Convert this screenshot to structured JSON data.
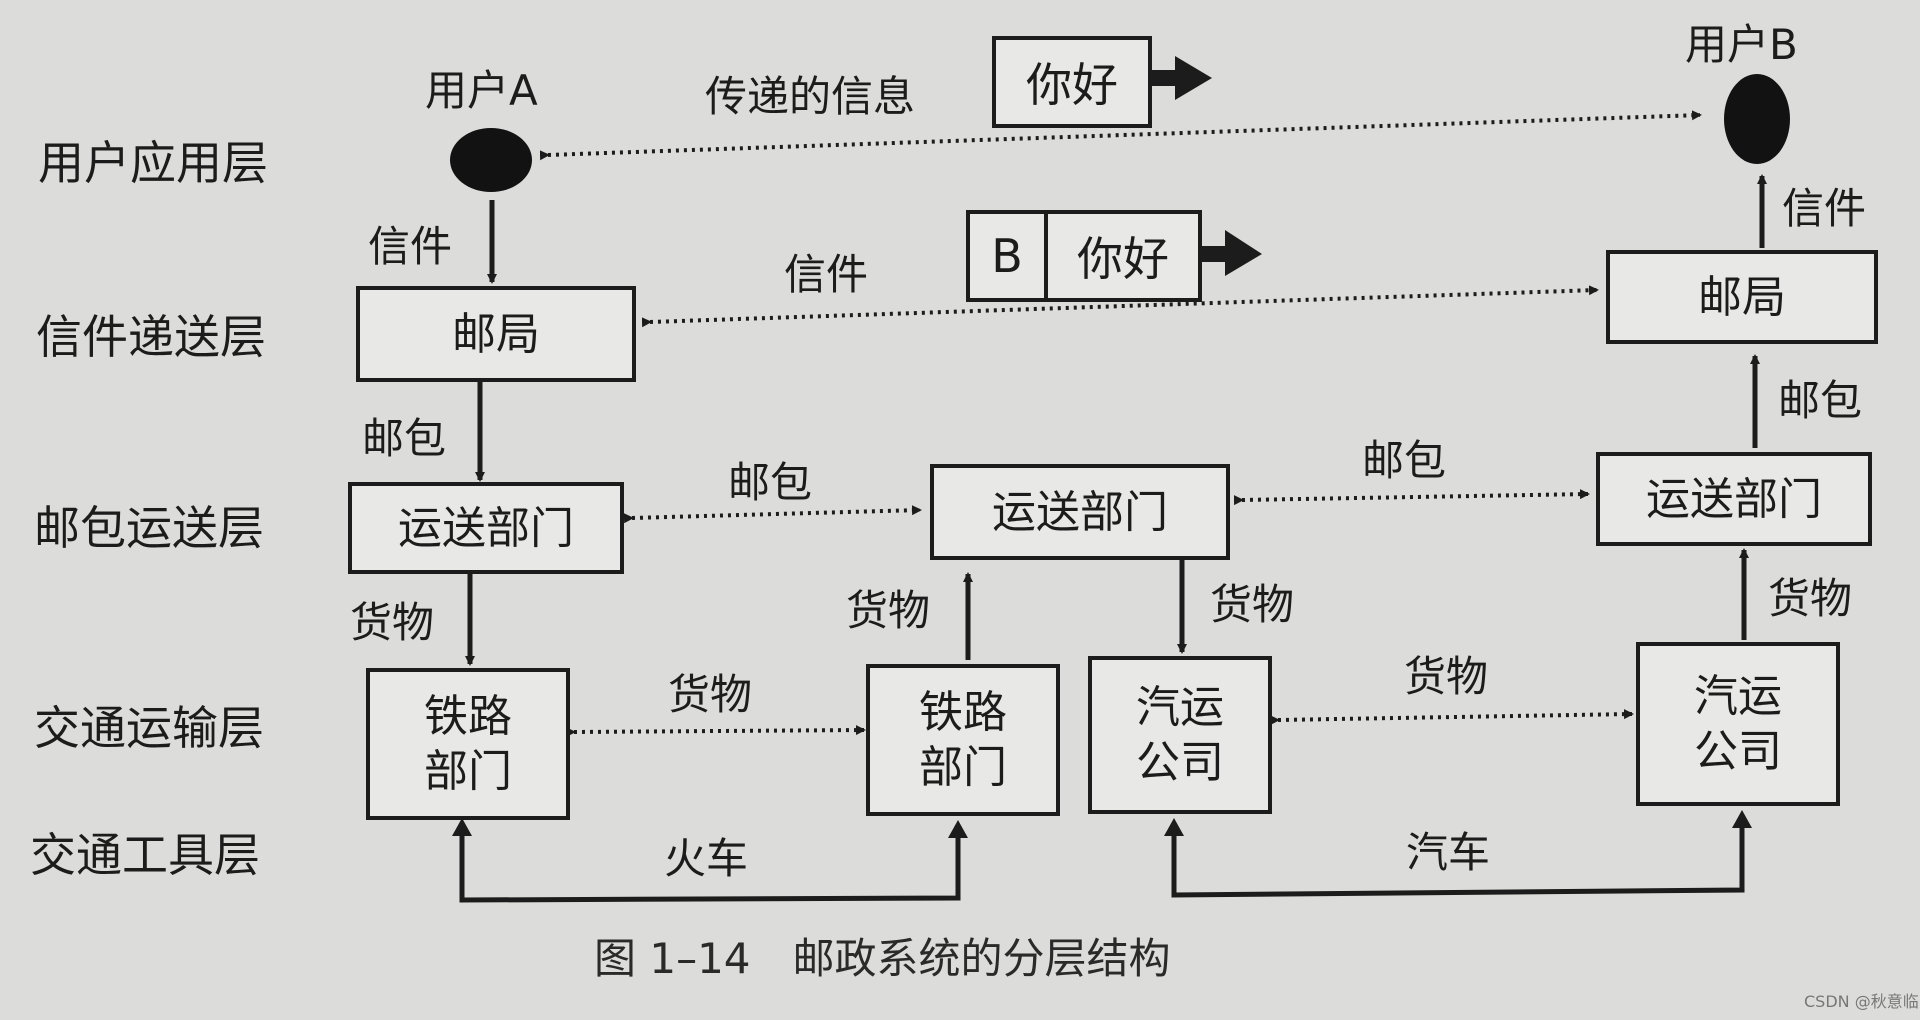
{
  "layers": [
    "用户应用层",
    "信件递送层",
    "邮包运送层",
    "交通运输层",
    "交通工具层"
  ],
  "users": {
    "a": "用户A",
    "b": "用户B"
  },
  "boxes": {
    "post_a": "邮局",
    "post_b": "邮局",
    "ship_a": "运送部门",
    "ship_mid": "运送部门",
    "ship_b": "运送部门",
    "rail_a": "铁路\n部门",
    "rail_b": "铁路\n部门",
    "bus_a": "汽运\n公司",
    "bus_b": "汽运\n公司"
  },
  "messages": {
    "info_label": "传递的信息",
    "hello": "你好",
    "letter_prefix": "B",
    "letter_hello": "你好"
  },
  "labels": {
    "letter_mid": "信件",
    "letter_left": "信件",
    "letter_right": "信件",
    "parcel_left": "邮包",
    "parcel_right": "邮包",
    "parcel_mid1": "邮包",
    "parcel_mid2": "邮包",
    "goods_left": "货物",
    "goods_rail_mid": "货物",
    "goods_mid_up": "货物",
    "goods_mid_down": "货物",
    "goods_bus_mid": "货物",
    "goods_right": "货物",
    "train": "火车",
    "car": "汽车"
  },
  "caption": "图 1–14　邮政系统的分层结构",
  "watermark": "CSDN @秋意临",
  "colors": {
    "ink": "#1c1c1c",
    "paper": "#dcdcda"
  }
}
